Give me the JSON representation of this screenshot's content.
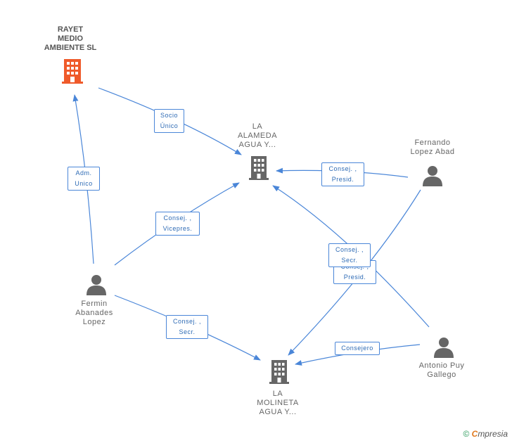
{
  "nodes": {
    "rayet": {
      "lines": [
        "RAYET",
        "MEDIO",
        "AMBIENTE SL"
      ]
    },
    "alameda": {
      "lines": [
        "LA",
        "ALAMEDA",
        "AGUA Y..."
      ]
    },
    "molineta": {
      "lines": [
        "LA",
        "MOLINETA",
        "AGUA Y..."
      ]
    },
    "fernando": {
      "lines": [
        "Fernando",
        "Lopez Abad"
      ]
    },
    "fermin": {
      "lines": [
        "Fermin",
        "Abanades",
        "Lopez"
      ]
    },
    "antonio": {
      "lines": [
        "Antonio Puy",
        "Gallego"
      ]
    }
  },
  "edges": [
    {
      "id": "socio-unico",
      "lines": [
        "Socio",
        "Único"
      ]
    },
    {
      "id": "adm-unico",
      "lines": [
        "Adm.",
        "Unico"
      ]
    },
    {
      "id": "fernando-alameda",
      "lines": [
        "Consej. ,",
        "Presid."
      ]
    },
    {
      "id": "fermin-alameda",
      "lines": [
        "Consej. ,",
        "Vicepres."
      ]
    },
    {
      "id": "fernando-molineta",
      "lines": [
        "Consej. ,",
        "Presid."
      ]
    },
    {
      "id": "antonio-alameda",
      "lines": [
        "Consej. ,",
        "Secr."
      ]
    },
    {
      "id": "fermin-molineta",
      "lines": [
        "Consej. ,",
        "Secr."
      ]
    },
    {
      "id": "antonio-molineta",
      "lines": [
        "Consejero"
      ]
    }
  ],
  "footer": {
    "copyright": "©",
    "brand_first": "C",
    "brand_rest": "mpresia"
  },
  "colors": {
    "edge": "#4a86d8",
    "company_main": "#ef5a2a",
    "company": "#666666",
    "person": "#666666"
  }
}
